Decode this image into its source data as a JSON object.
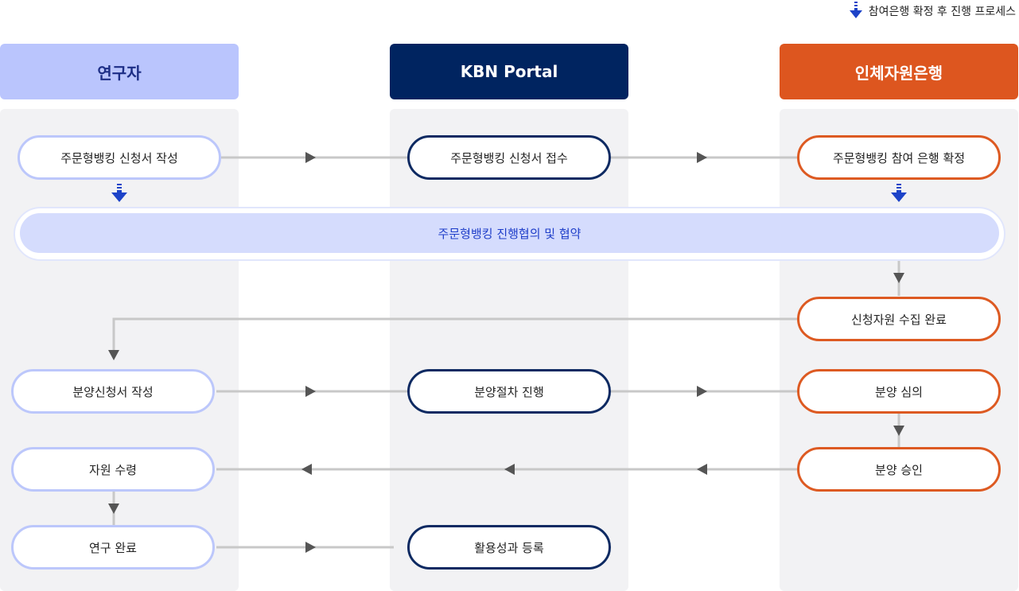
{
  "legend": {
    "label": "참여은행 확정 후 진행 프로세스",
    "icon": "down-arrow-icon"
  },
  "lanes": {
    "researcher": {
      "title": "연구자",
      "bg": "#bac5fd",
      "color": "#1d2e86"
    },
    "portal": {
      "title": "KBN Portal",
      "bg": "#002460",
      "color": "#ffffff"
    },
    "bank": {
      "title": "인체자원은행",
      "bg": "#dd561f",
      "color": "#ffffff"
    }
  },
  "steps": {
    "researcher_write_application": "주문형뱅킹 신청서 작성",
    "portal_receive_application": "주문형뱅킹 신청서 접수",
    "bank_confirm_participation": "주문형뱅킹 참여 은행 확정",
    "consultation_agreement": "주문형뱅킹 진행협의 및 협약",
    "bank_collection_complete": "신청자원 수집 완료",
    "researcher_distribution_application": "분양신청서 작성",
    "portal_distribution_process": "분양절차 진행",
    "bank_distribution_review": "분양 심의",
    "bank_distribution_approval": "분양 승인",
    "researcher_receive_resource": "자원 수령",
    "researcher_research_complete": "연구 완료",
    "portal_register_results": "활용성과 등록"
  },
  "colors": {
    "connector": "#c8c8c8",
    "arrowhead": "#555555",
    "blue_marker": "#1d43c8"
  }
}
